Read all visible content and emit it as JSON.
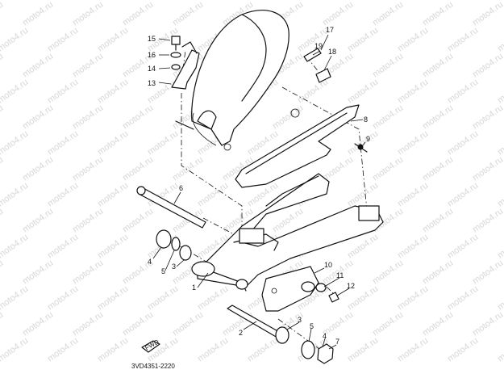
{
  "watermark": {
    "text": "moto4.ru"
  },
  "diagram_code": "3VD4351-2220",
  "fwd_badge": "FWD",
  "callouts": {
    "c1": "1",
    "c2": "2",
    "c3a": "3",
    "c3b": "3",
    "c4a": "4",
    "c4b": "4",
    "c5a": "5",
    "c5b": "5",
    "c6": "6",
    "c7": "7",
    "c8": "8",
    "c9": "9",
    "c10": "10",
    "c11": "11",
    "c12": "12",
    "c13": "13",
    "c14": "14",
    "c15": "15",
    "c16": "16",
    "c17": "17",
    "c18": "18",
    "c19": "19"
  }
}
